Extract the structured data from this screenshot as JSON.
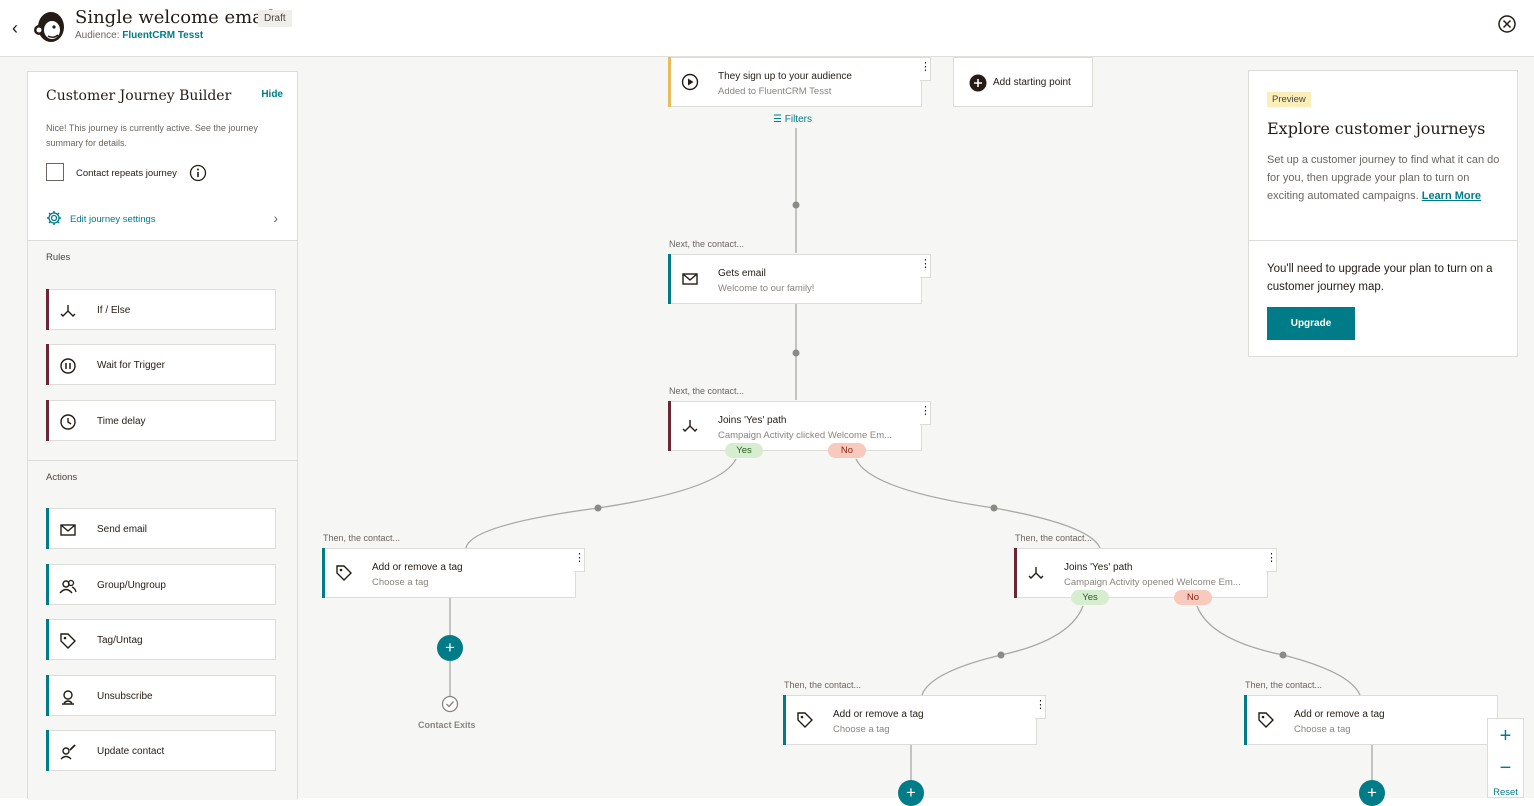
{
  "header": {
    "title": "Single welcome email",
    "status": "Draft",
    "audience_label": "Audience:",
    "audience_name": "FluentCRM Tesst"
  },
  "sidebar": {
    "title": "Customer Journey Builder",
    "hide": "Hide",
    "note": "Nice! This journey is currently active. See the journey summary for details.",
    "repeat_label": "Contact repeats journey",
    "edit_settings": "Edit journey settings",
    "rules_label": "Rules",
    "rules": [
      {
        "label": "If / Else",
        "icon": "split-icon"
      },
      {
        "label": "Wait for Trigger",
        "icon": "pause-icon"
      },
      {
        "label": "Time delay",
        "icon": "clock-icon"
      }
    ],
    "actions_label": "Actions",
    "actions": [
      {
        "label": "Send email",
        "icon": "envelope-icon"
      },
      {
        "label": "Group/Ungroup",
        "icon": "group-icon"
      },
      {
        "label": "Tag/Untag",
        "icon": "tag-icon"
      },
      {
        "label": "Unsubscribe",
        "icon": "person-icon"
      },
      {
        "label": "Update contact",
        "icon": "edit-contact-icon"
      }
    ]
  },
  "flow": {
    "start": {
      "title": "They sign up to your audience",
      "subtitle": "Added to FluentCRM Tesst"
    },
    "add_start": "Add starting point",
    "filters": "Filters",
    "next_label": "Next, the contact...",
    "then_label": "Then, the contact...",
    "email": {
      "title": "Gets email",
      "subtitle": "Welcome to our family!"
    },
    "branch1": {
      "title": "Joins 'Yes' path",
      "subtitle": "Campaign Activity clicked Welcome Em..."
    },
    "branch2": {
      "title": "Joins 'Yes' path",
      "subtitle": "Campaign Activity opened Welcome Em..."
    },
    "yes": "Yes",
    "no": "No",
    "tag": {
      "title": "Add or remove a tag",
      "subtitle": "Choose a tag"
    },
    "exit": "Contact Exits",
    "menu": "⋮",
    "plus": "+"
  },
  "preview": {
    "badge": "Preview",
    "title": "Explore customer journeys",
    "text": "Set up a customer journey to find what it can do for you, then upgrade your plan to turn on exciting automated campaigns.",
    "learn_more": "Learn More",
    "upgrade_note": "You'll need to upgrade your plan to turn on a customer journey map.",
    "button": "Upgrade"
  },
  "zoom": {
    "in": "+",
    "out": "−",
    "reset": "Reset"
  },
  "colors": {
    "teal": "#007c89",
    "rule_bar": "#6b2737",
    "start_bar": "#e9bb5f"
  }
}
